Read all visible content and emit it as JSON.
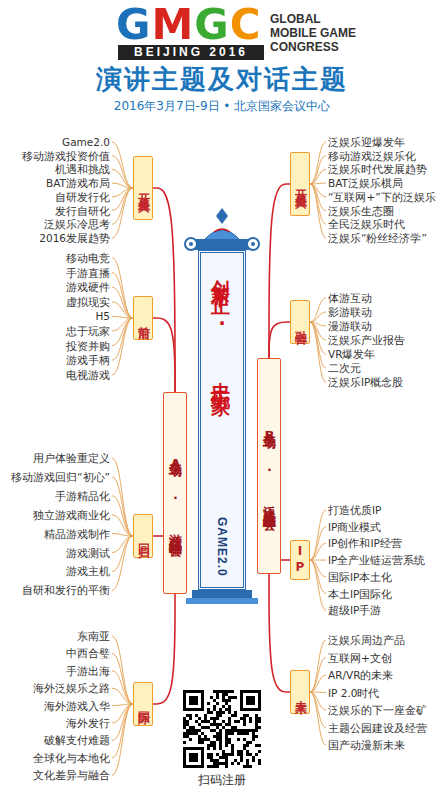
{
  "diagram": {
    "title": "演讲主题及对话主题",
    "nodes": [
      {
        "text": [
          "创新不止 · 忠于玩家",
          "GAME2.0"
        ]
      },
      {
        "text": [
          "主会场A · 游戏领袖峰会"
        ]
      },
      {
        "text": [
          "主会场B · 泛娱乐主题峰会"
        ]
      },
      {
        "text": [
          "开幕盛典"
        ]
      },
      {
        "text": [
          "Game2.0"
        ]
      },
      {
        "text": [
          "移动游戏投资价值"
        ]
      },
      {
        "text": [
          "机遇和挑战"
        ]
      },
      {
        "text": [
          "BAT游戏布局"
        ]
      },
      {
        "text": [
          "自研发行化"
        ]
      },
      {
        "text": [
          "发行自研化"
        ]
      },
      {
        "text": [
          "泛娱乐冷思考"
        ]
      },
      {
        "text": [
          "2016发展趋势"
        ]
      },
      {
        "text": [
          "前沿"
        ]
      },
      {
        "text": [
          "移动电竞"
        ]
      },
      {
        "text": [
          "手游直播"
        ]
      },
      {
        "text": [
          "游戏硬件"
        ]
      },
      {
        "text": [
          "虚拟现实"
        ]
      },
      {
        "text": [
          "H5"
        ]
      },
      {
        "text": [
          "忠于玩家"
        ]
      },
      {
        "text": [
          "投资并购"
        ]
      },
      {
        "text": [
          "游戏手柄"
        ]
      },
      {
        "text": [
          "电视游戏"
        ]
      },
      {
        "text": [
          "回归"
        ]
      },
      {
        "text": [
          "用户体验重定义"
        ]
      },
      {
        "text": [
          "移动游戏回归“初心”"
        ]
      },
      {
        "text": [
          "手游精品化"
        ]
      },
      {
        "text": [
          "独立游戏商业化"
        ]
      },
      {
        "text": [
          "精品游戏制作"
        ]
      },
      {
        "text": [
          "游戏测试"
        ]
      },
      {
        "text": [
          "游戏主机"
        ]
      },
      {
        "text": [
          "自研和发行的平衡"
        ]
      },
      {
        "text": [
          "国际"
        ]
      },
      {
        "text": [
          "东南亚"
        ]
      },
      {
        "text": [
          "中西合璧"
        ]
      },
      {
        "text": [
          "手游出海"
        ]
      },
      {
        "text": [
          "海外泛娱乐之路"
        ]
      },
      {
        "text": [
          "海外游戏入华"
        ]
      },
      {
        "text": [
          "海外发行"
        ]
      },
      {
        "text": [
          "破解支付难题"
        ]
      },
      {
        "text": [
          "全球化与本地化"
        ]
      },
      {
        "text": [
          "文化差异与融合"
        ]
      },
      {
        "text": [
          "开幕盛典"
        ]
      },
      {
        "text": [
          "泛娱乐迎爆发年"
        ]
      },
      {
        "text": [
          "移动游戏泛娱乐化"
        ]
      },
      {
        "text": [
          "泛娱乐时代发展趋势"
        ]
      },
      {
        "text": [
          "BAT泛娱乐棋局"
        ]
      },
      {
        "text": [
          "“互联网+”下的泛娱乐"
        ]
      },
      {
        "text": [
          "泛娱乐生态圈"
        ]
      },
      {
        "text": [
          "全民泛娱乐时代"
        ]
      },
      {
        "text": [
          "泛娱乐“粉丝经济学”"
        ]
      },
      {
        "text": [
          "融合"
        ]
      },
      {
        "text": [
          "体游互动"
        ]
      },
      {
        "text": [
          "影游联动"
        ]
      },
      {
        "text": [
          "漫游联动"
        ]
      },
      {
        "text": [
          "泛娱乐产业报告"
        ]
      },
      {
        "text": [
          "VR爆发年"
        ]
      },
      {
        "text": [
          "二次元"
        ]
      },
      {
        "text": [
          "泛娱乐IP概念股"
        ]
      },
      {
        "text": [
          "IP"
        ]
      },
      {
        "text": [
          "打造优质IP"
        ]
      },
      {
        "text": [
          "IP商业模式"
        ]
      },
      {
        "text": [
          "IP创作和IP经营"
        ]
      },
      {
        "text": [
          "IP全产业链运营系统"
        ]
      },
      {
        "text": [
          "国际IP本土化"
        ]
      },
      {
        "text": [
          "本土IP国际化"
        ]
      },
      {
        "text": [
          "超级IP手游"
        ]
      },
      {
        "text": [
          "未来"
        ]
      },
      {
        "text": [
          "泛娱乐周边产品"
        ]
      },
      {
        "text": [
          "互联网+文创"
        ]
      },
      {
        "text": [
          "AR/VR的未来"
        ]
      },
      {
        "text": [
          "IP 2.0时代"
        ]
      },
      {
        "text": [
          "泛娱乐的下一座金矿"
        ]
      },
      {
        "text": [
          "主题公园建设及经营"
        ]
      },
      {
        "text": [
          "国产动漫新未来"
        ]
      }
    ],
    "edges": [
      {
        "from": 1,
        "to": 3,
        "arrow": "none"
      },
      {
        "from": 1,
        "to": 12,
        "arrow": "none"
      },
      {
        "from": 1,
        "to": 22,
        "arrow": "none"
      },
      {
        "from": 1,
        "to": 31,
        "arrow": "none"
      },
      {
        "from": 2,
        "to": 41,
        "arrow": "none"
      },
      {
        "from": 2,
        "to": 50,
        "arrow": "none"
      },
      {
        "from": 2,
        "to": 58,
        "arrow": "none"
      },
      {
        "from": 2,
        "to": 66,
        "arrow": "none"
      },
      {
        "from": 3,
        "to": 4,
        "arrow": "none"
      },
      {
        "from": 3,
        "to": 5,
        "arrow": "none"
      },
      {
        "from": 3,
        "to": 6,
        "arrow": "none"
      },
      {
        "from": 3,
        "to": 7,
        "arrow": "none"
      },
      {
        "from": 3,
        "to": 8,
        "arrow": "none"
      },
      {
        "from": 3,
        "to": 9,
        "arrow": "none"
      },
      {
        "from": 3,
        "to": 10,
        "arrow": "none"
      },
      {
        "from": 3,
        "to": 11,
        "arrow": "none"
      },
      {
        "from": 12,
        "to": 13,
        "arrow": "none"
      },
      {
        "from": 12,
        "to": 14,
        "arrow": "none"
      },
      {
        "from": 12,
        "to": 15,
        "arrow": "none"
      },
      {
        "from": 12,
        "to": 16,
        "arrow": "none"
      },
      {
        "from": 12,
        "to": 17,
        "arrow": "none"
      },
      {
        "from": 12,
        "to": 18,
        "arrow": "none"
      },
      {
        "from": 12,
        "to": 19,
        "arrow": "none"
      },
      {
        "from": 12,
        "to": 20,
        "arrow": "none"
      },
      {
        "from": 12,
        "to": 21,
        "arrow": "none"
      },
      {
        "from": 22,
        "to": 23,
        "arrow": "none"
      },
      {
        "from": 22,
        "to": 24,
        "arrow": "none"
      },
      {
        "from": 22,
        "to": 25,
        "arrow": "none"
      },
      {
        "from": 22,
        "to": 26,
        "arrow": "none"
      },
      {
        "from": 22,
        "to": 27,
        "arrow": "none"
      },
      {
        "from": 22,
        "to": 28,
        "arrow": "none"
      },
      {
        "from": 22,
        "to": 29,
        "arrow": "none"
      },
      {
        "from": 22,
        "to": 30,
        "arrow": "none"
      },
      {
        "from": 31,
        "to": 32,
        "arrow": "none"
      },
      {
        "from": 31,
        "to": 33,
        "arrow": "none"
      },
      {
        "from": 31,
        "to": 34,
        "arrow": "none"
      },
      {
        "from": 31,
        "to": 35,
        "arrow": "none"
      },
      {
        "from": 31,
        "to": 36,
        "arrow": "none"
      },
      {
        "from": 31,
        "to": 37,
        "arrow": "none"
      },
      {
        "from": 31,
        "to": 38,
        "arrow": "none"
      },
      {
        "from": 31,
        "to": 39,
        "arrow": "none"
      },
      {
        "from": 31,
        "to": 40,
        "arrow": "none"
      },
      {
        "from": 41,
        "to": 42,
        "arrow": "none"
      },
      {
        "from": 41,
        "to": 43,
        "arrow": "none"
      },
      {
        "from": 41,
        "to": 44,
        "arrow": "none"
      },
      {
        "from": 41,
        "to": 45,
        "arrow": "none"
      },
      {
        "from": 41,
        "to": 46,
        "arrow": "none"
      },
      {
        "from": 41,
        "to": 47,
        "arrow": "none"
      },
      {
        "from": 41,
        "to": 48,
        "arrow": "none"
      },
      {
        "from": 41,
        "to": 49,
        "arrow": "none"
      },
      {
        "from": 50,
        "to": 51,
        "arrow": "none"
      },
      {
        "from": 50,
        "to": 52,
        "arrow": "none"
      },
      {
        "from": 50,
        "to": 53,
        "arrow": "none"
      },
      {
        "from": 50,
        "to": 54,
        "arrow": "none"
      },
      {
        "from": 50,
        "to": 55,
        "arrow": "none"
      },
      {
        "from": 50,
        "to": 56,
        "arrow": "none"
      },
      {
        "from": 50,
        "to": 57,
        "arrow": "none"
      },
      {
        "from": 58,
        "to": 59,
        "arrow": "none"
      },
      {
        "from": 58,
        "to": 60,
        "arrow": "none"
      },
      {
        "from": 58,
        "to": 61,
        "arrow": "none"
      },
      {
        "from": 58,
        "to": 62,
        "arrow": "none"
      },
      {
        "from": 58,
        "to": 63,
        "arrow": "none"
      },
      {
        "from": 58,
        "to": 64,
        "arrow": "none"
      },
      {
        "from": 58,
        "to": 65,
        "arrow": "none"
      },
      {
        "from": 66,
        "to": 67,
        "arrow": "none"
      },
      {
        "from": 66,
        "to": 68,
        "arrow": "none"
      },
      {
        "from": 66,
        "to": 69,
        "arrow": "none"
      },
      {
        "from": 66,
        "to": 70,
        "arrow": "none"
      },
      {
        "from": 66,
        "to": 71,
        "arrow": "none"
      },
      {
        "from": 66,
        "to": 72,
        "arrow": "none"
      },
      {
        "from": 66,
        "to": 73,
        "arrow": "none"
      }
    ],
    "labels": [
      "GMGC",
      "BEIJING 2016",
      "GLOBAL MOBILE GAME CONGRESS",
      "2016年3月7日-9日 • 北京国家会议中心",
      "扫码注册"
    ]
  }
}
